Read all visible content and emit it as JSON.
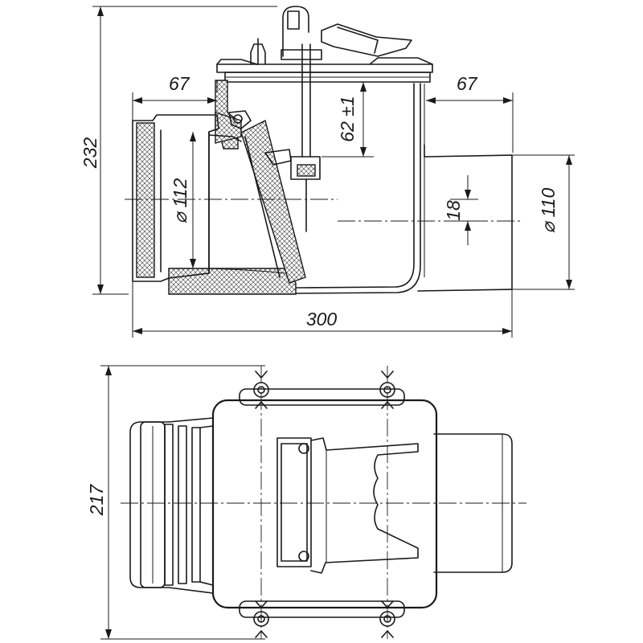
{
  "drawing": {
    "side_view": {
      "dim_inlet_offset": "67",
      "dim_outlet_offset": "67",
      "dim_height": "232",
      "dim_length": "300",
      "dim_inlet_diameter": "112",
      "dim_outlet_diameter": "110",
      "dim_flap_travel": "62 ±1",
      "dim_step": "18",
      "diameter_symbol": "⌀"
    },
    "top_view": {
      "dim_width": "217"
    }
  }
}
